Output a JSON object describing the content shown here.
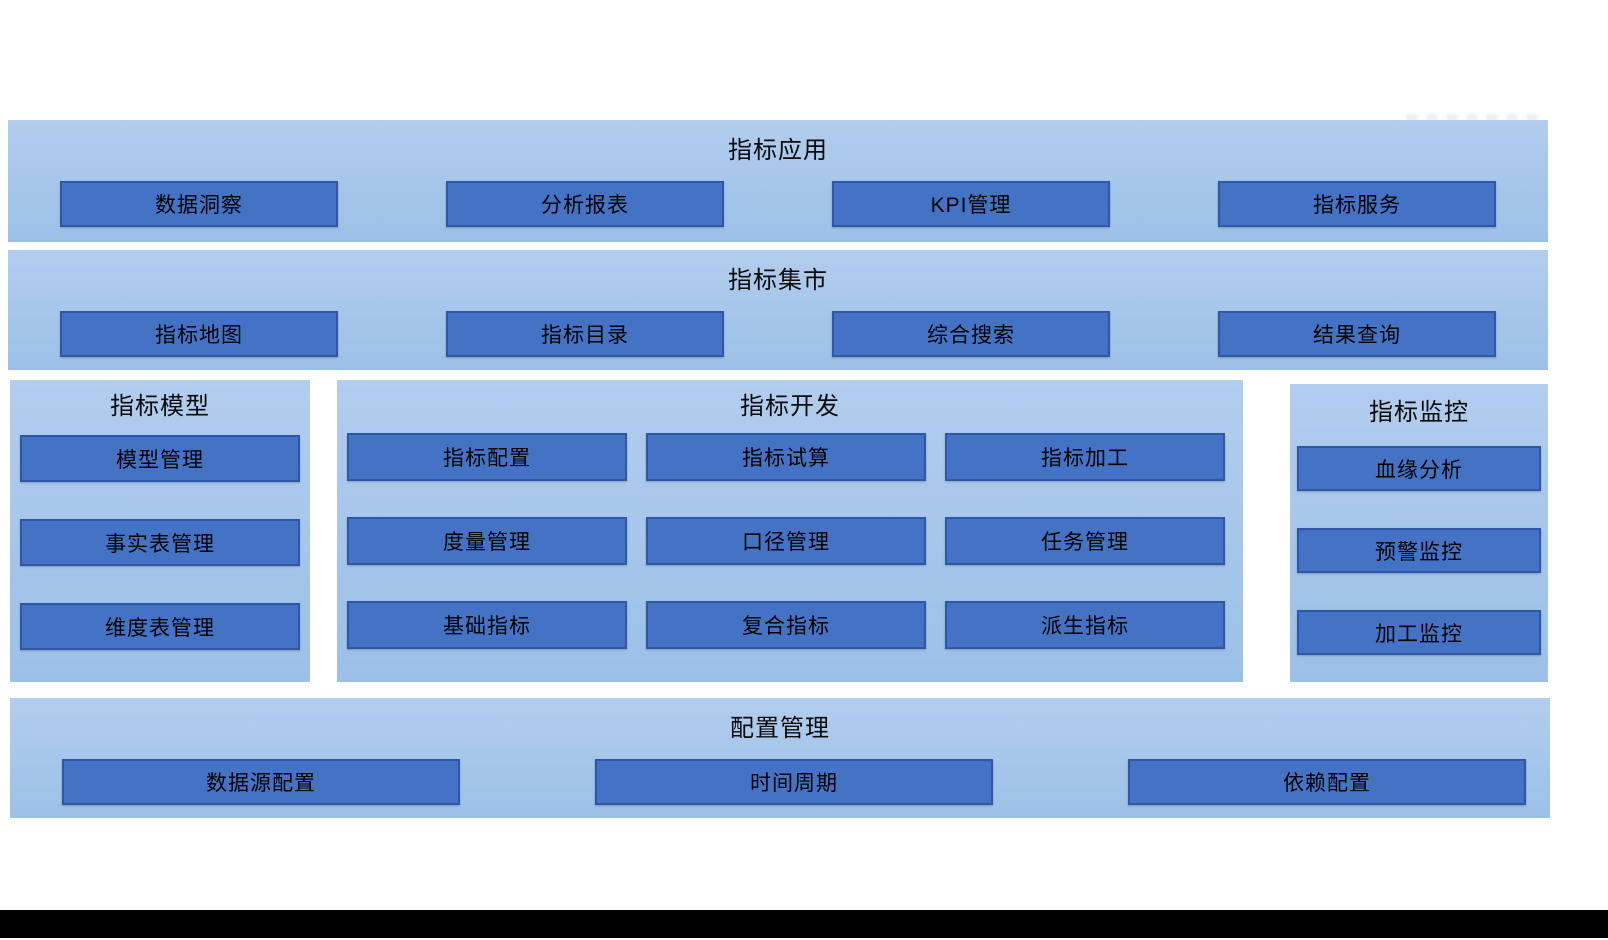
{
  "diagram": {
    "application": {
      "title": "指标应用",
      "items": [
        "数据洞察",
        "分析报表",
        "KPI管理",
        "指标服务"
      ]
    },
    "market": {
      "title": "指标集市",
      "items": [
        "指标地图",
        "指标目录",
        "综合搜索",
        "结果查询"
      ]
    },
    "model": {
      "title": "指标模型",
      "items": [
        "模型管理",
        "事实表管理",
        "维度表管理"
      ]
    },
    "development": {
      "title": "指标开发",
      "items": [
        "指标配置",
        "指标试算",
        "指标加工",
        "度量管理",
        "口径管理",
        "任务管理",
        "基础指标",
        "复合指标",
        "派生指标"
      ]
    },
    "monitoring": {
      "title": "指标监控",
      "items": [
        "血缘分析",
        "预警监控",
        "加工监控"
      ]
    },
    "configuration": {
      "title": "配置管理",
      "items": [
        "数据源配置",
        "时间周期",
        "依赖配置"
      ]
    }
  },
  "colors": {
    "panel_gradient_top": "#b2cdee",
    "panel_gradient_bottom": "#9bc0e7",
    "box_fill": "#4472c4",
    "box_border": "#2e58a6",
    "text": "#000000",
    "footer_bar": "#000000"
  }
}
